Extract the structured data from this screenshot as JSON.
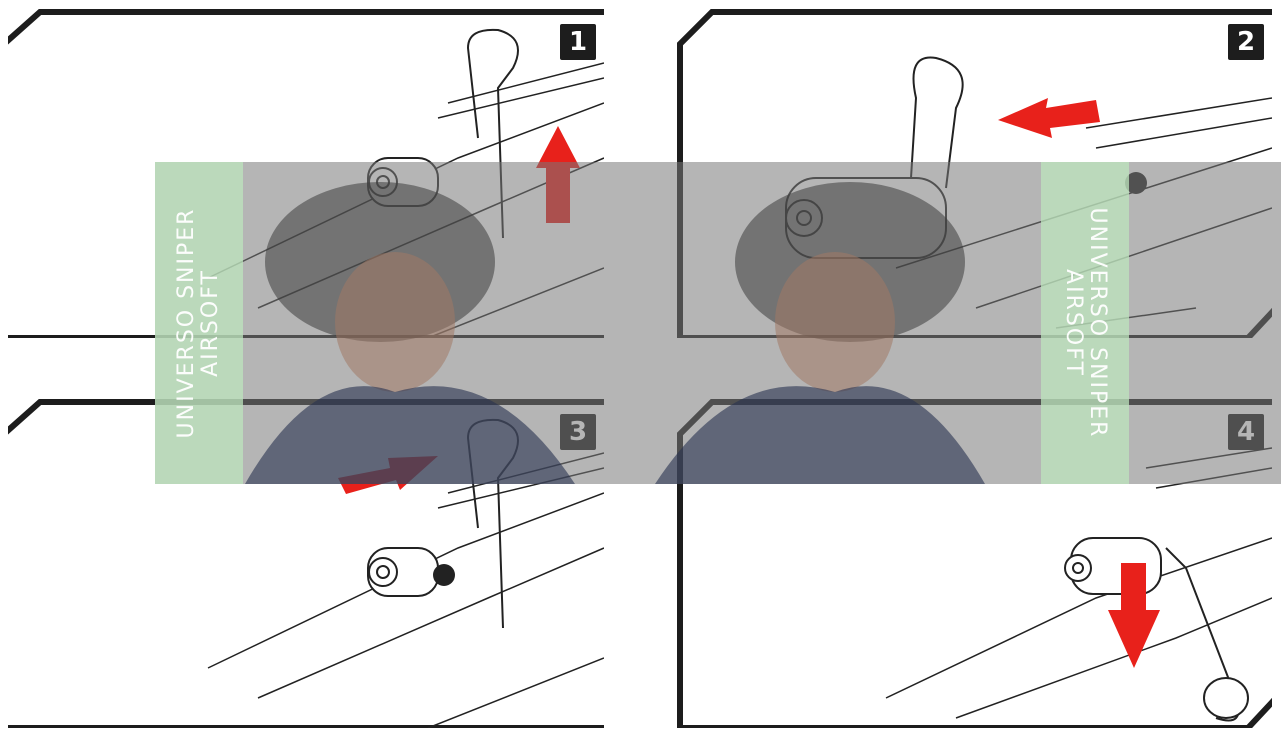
{
  "panels": [
    {
      "step": "1"
    },
    {
      "step": "2"
    },
    {
      "step": "3"
    },
    {
      "step": "4"
    }
  ],
  "watermark": {
    "line1": "UNIVERSO SNIPER",
    "line2": "AIRSOFT"
  },
  "colors": {
    "frame": "#1d1d1d",
    "arrow": "#e8211b",
    "line": "#222222",
    "watermark_bg": "#bfe5bf"
  }
}
